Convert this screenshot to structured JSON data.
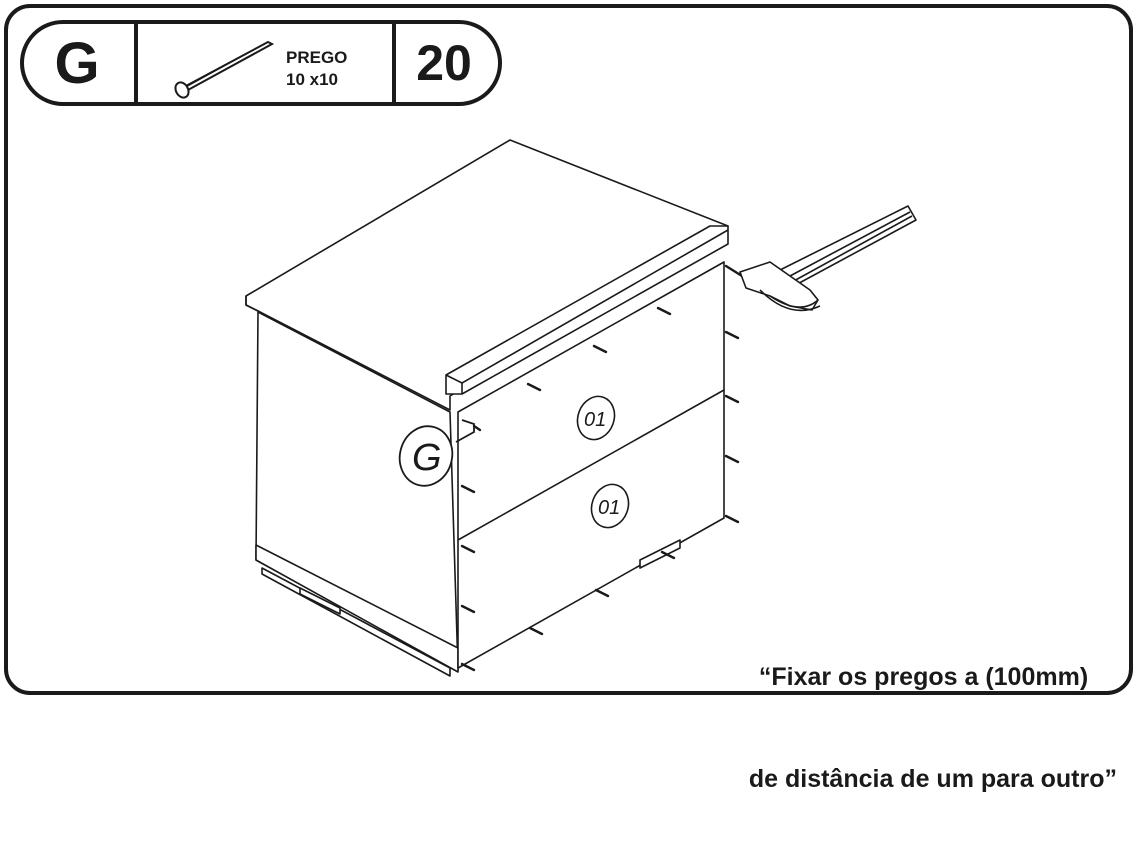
{
  "header": {
    "step_letter": "G",
    "part_name": "PREGO",
    "part_size": "10 x10",
    "quantity": "20"
  },
  "illustration": {
    "callout_letter": "G",
    "drawer_labels": [
      "01",
      "01"
    ],
    "nail_icon": "nail-icon",
    "hammer_icon": "hammer-icon"
  },
  "instruction": {
    "line1": "“Fixar os pregos a (100mm)",
    "line2": "de distância de um para outro”"
  }
}
